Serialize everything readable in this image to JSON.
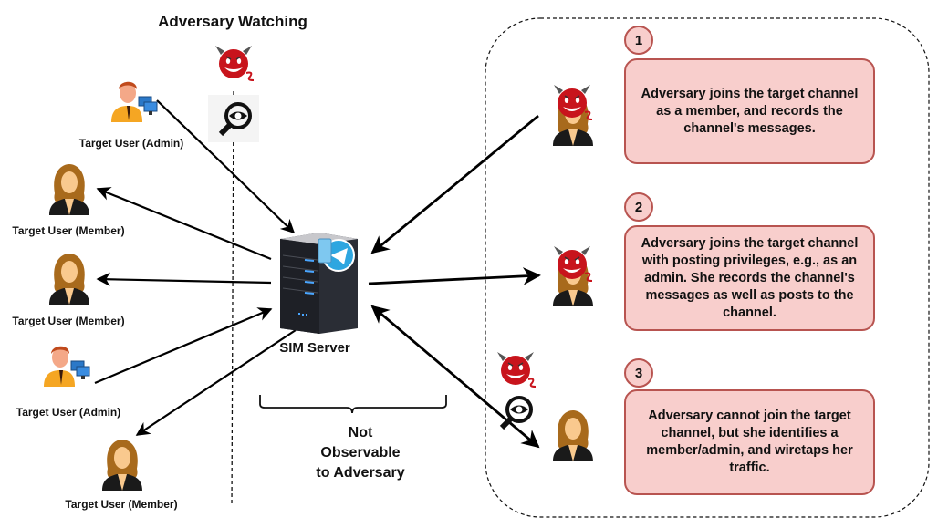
{
  "title": "Adversary Watching",
  "server": {
    "label": "SIM Server",
    "icon": "server-with-telegram-icon"
  },
  "target_users": [
    {
      "label": "Target User (Admin)",
      "role": "admin",
      "icon": "admin-user-icon"
    },
    {
      "label": "Target User (Member)",
      "role": "member",
      "icon": "female-user-icon"
    },
    {
      "label": "Target User (Member)",
      "role": "member",
      "icon": "female-user-icon"
    },
    {
      "label": "Target User (Admin)",
      "role": "admin",
      "icon": "admin-user-icon"
    },
    {
      "label": "Target User (Member)",
      "role": "member",
      "icon": "female-user-icon"
    }
  ],
  "not_observable": {
    "line1": "Not",
    "line2": "Observable",
    "line3": "to Adversary"
  },
  "scenarios": [
    {
      "number": "1",
      "text": "Adversary joins the target channel as a member, and records the channel's messages."
    },
    {
      "number": "2",
      "text": "Adversary joins the target channel with posting privileges, e.g., as an admin. She records the channel's messages as well as posts to the channel."
    },
    {
      "number": "3",
      "text": "Adversary cannot join the target channel, but she identifies a member/admin, and wiretaps her traffic."
    }
  ],
  "colors": {
    "box_fill": "#f8cecc",
    "box_border": "#b85450",
    "devil_red": "#c8141c",
    "server_dark": "#2a2d35",
    "telegram_blue": "#2ea6e0"
  }
}
